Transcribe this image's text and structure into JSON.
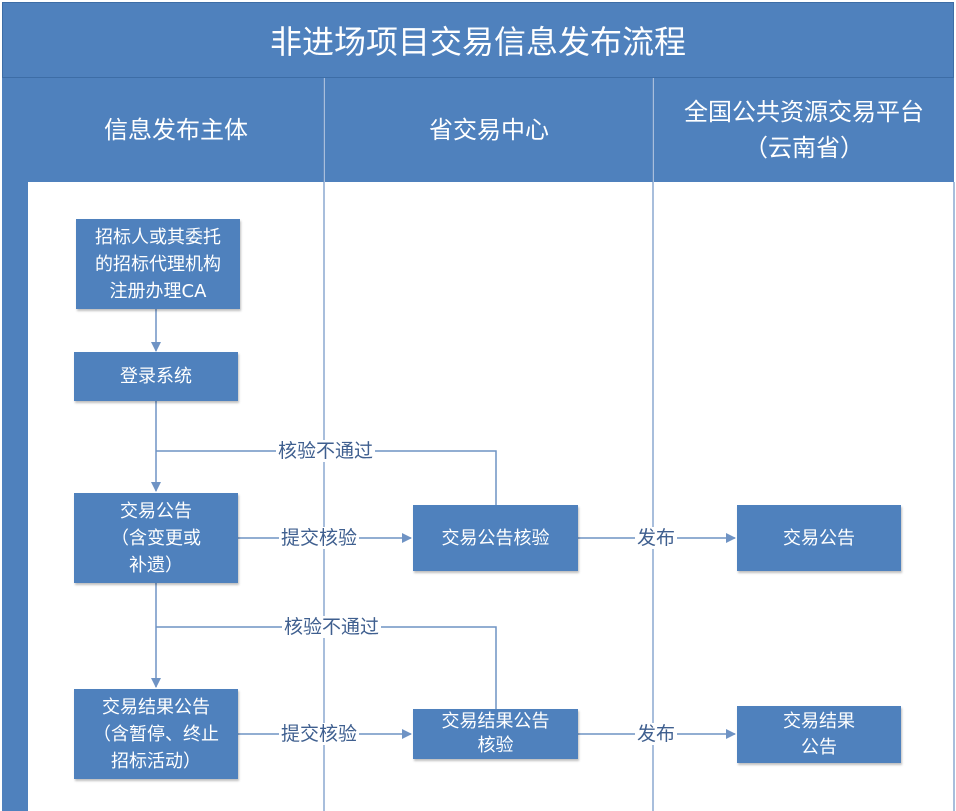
{
  "title": "非进场项目交易信息发布流程",
  "columns": [
    {
      "lines": [
        "信息发布主体"
      ]
    },
    {
      "lines": [
        "省交易中心"
      ]
    },
    {
      "lines": [
        "全国公共资源交易平台",
        "（云南省）"
      ]
    }
  ],
  "nodes": {
    "register_ca": [
      "招标人或其委托",
      "的招标代理机构",
      "注册办理CA"
    ],
    "login": [
      "登录系统"
    ],
    "trade_notice": [
      "交易公告",
      "（含变更或",
      "补遗）"
    ],
    "trade_notice_review": [
      "交易公告核验"
    ],
    "trade_notice_publish": [
      "交易公告"
    ],
    "result_notice": [
      "交易结果公告",
      "（含暂停、终止",
      "招标活动）"
    ],
    "result_notice_review": [
      "交易结果公告",
      "核验"
    ],
    "result_notice_publish": [
      "交易结果",
      "公告"
    ]
  },
  "edge_labels": {
    "reject_1": "核验不通过",
    "submit_1": "提交核验",
    "publish_1": "发布",
    "reject_2": "核验不通过",
    "submit_2": "提交核验",
    "publish_2": "发布"
  },
  "colors": {
    "fill": "#4f81bd",
    "line": "#6f93c4",
    "text_on_fill": "#ffffff"
  }
}
